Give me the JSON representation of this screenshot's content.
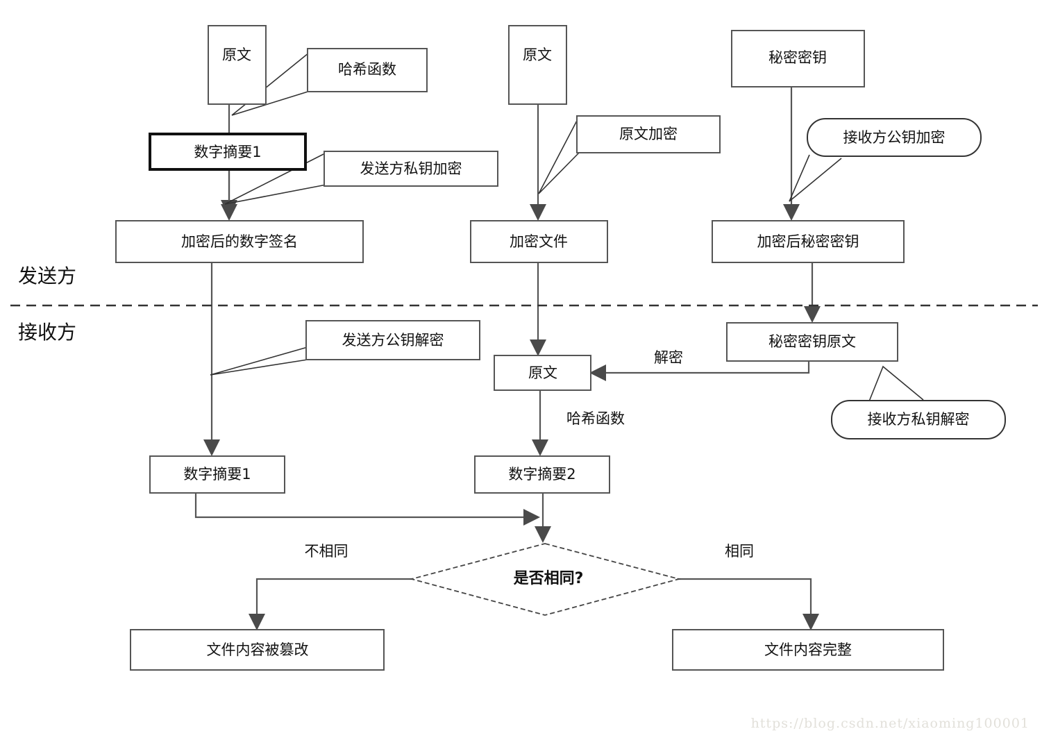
{
  "diagram": {
    "title_watermark": "https://blog.csdn.net/xiaoming100001",
    "lanes": [
      {
        "id": "sender",
        "label": "发送方"
      },
      {
        "id": "receiver",
        "label": "接收方"
      }
    ],
    "nodes": {
      "plaintext_left": "原文",
      "plaintext_mid": "原文",
      "secret_key": "秘密密钥",
      "digest1_top": "数字摘要1",
      "encrypted_signature": "加密后的数字签名",
      "encrypted_file": "加密文件",
      "encrypted_secret_key": "加密后秘密密钥",
      "secret_key_plain": "秘密密钥原文",
      "plaintext_recv": "原文",
      "digest1_bottom": "数字摘要1",
      "digest2_bottom": "数字摘要2",
      "decision": "是否相同?",
      "result_tampered": "文件内容被篡改",
      "result_intact": "文件内容完整"
    },
    "callouts": {
      "hash_function": "哈希函数",
      "sender_private_key_encrypt": "发送方私钥加密",
      "plaintext_encrypt": "原文加密",
      "receiver_public_key_encrypt": "接收方公钥加密",
      "sender_public_key_decrypt": "发送方公钥解密",
      "receiver_private_key_decrypt": "接收方私钥解密"
    },
    "edge_labels": {
      "decrypt": "解密",
      "hash_function_recv": "哈希函数",
      "not_same": "不相同",
      "same": "相同"
    },
    "colors": {
      "box_stroke": "#555555",
      "emphasis_stroke": "#111111",
      "text": "#111111",
      "arrow": "#4a4a4a",
      "divider": "#333333",
      "watermark": "#e2e0da"
    }
  }
}
